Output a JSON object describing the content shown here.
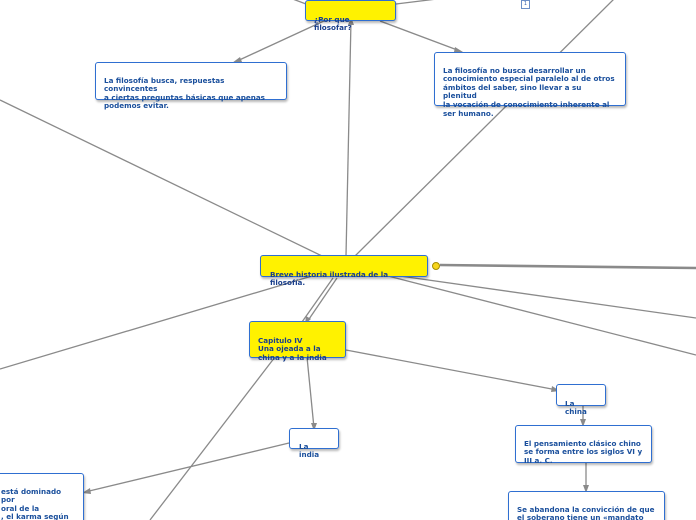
{
  "nodes": {
    "root": "¿Por que filosofar?",
    "main": "Breve historia ilustrada de la filosofía.",
    "busca": "La filosofía busca, respuestas convincentes\na ciertas preguntas básicas que apenas\npodemos evitar.",
    "no_busca": "La filosofía no busca desarrollar un\nconocimiento especial paralelo al de otros\námbitos del saber, sino llevar a su plenitud\nla vocación de conocimiento inherente al\nser humano.",
    "capitulo": "Capitulo IV\nUna ojeada a la\nchina y a la india",
    "china": "La china",
    "india": "La india",
    "pensamiento": "El pensamiento clásico chino\nse forma entre los siglos VI y\nIII a. C.",
    "abandona": "Se abandona la convicción de que\nel soberano tiene un «mandato\nceleste» y de que el «cielo»",
    "karma": "está dominado por\noral de la\n, el karma según\no acto produce\nos o malos en"
  },
  "collapse_marker": "1"
}
